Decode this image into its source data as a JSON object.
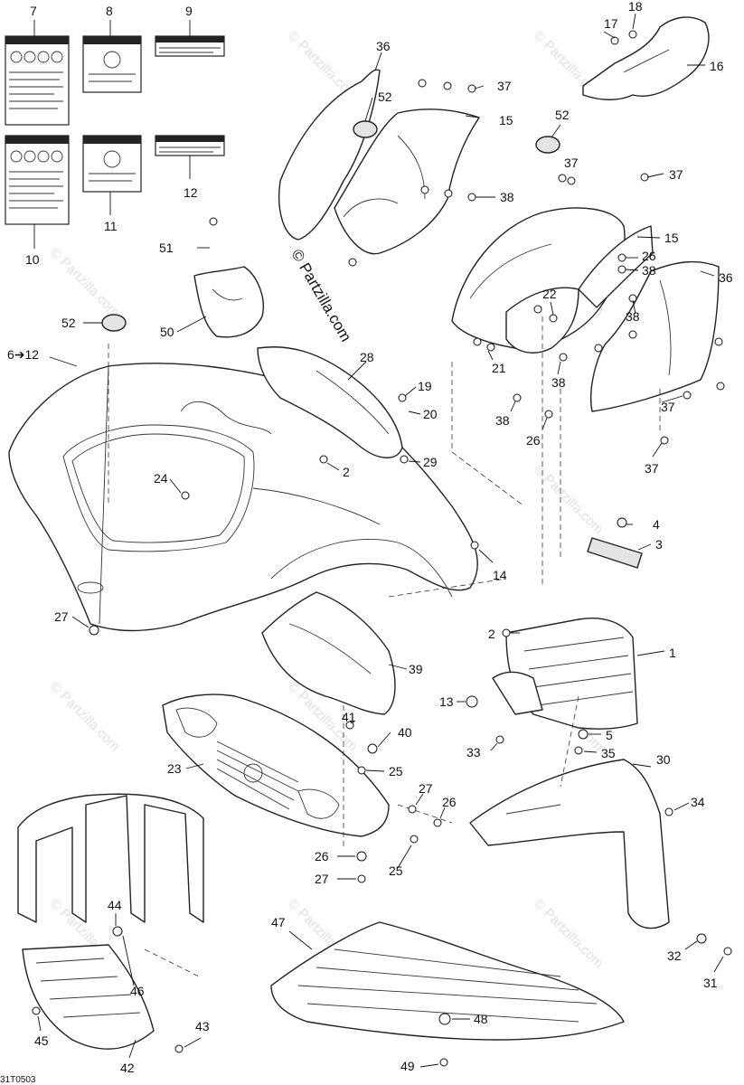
{
  "diagram": {
    "watermark_text": "© Partzilla.com",
    "brand_text": "© Partzilla.com",
    "drawing_code": "31T0503",
    "callouts": {
      "c1": "1",
      "c2a": "2",
      "c2b": "2",
      "c3": "3",
      "c4": "4",
      "c5": "5",
      "c6": "6➔12",
      "c7": "7",
      "c8": "8",
      "c9": "9",
      "c10": "10",
      "c11": "11",
      "c12": "12",
      "c13": "13",
      "c14": "14",
      "c15a": "15",
      "c15b": "15",
      "c16": "16",
      "c17": "17",
      "c18": "18",
      "c19": "19",
      "c20": "20",
      "c21": "21",
      "c22": "22",
      "c23": "23",
      "c24": "24",
      "c25a": "25",
      "c25b": "25",
      "c26a": "26",
      "c26b": "26",
      "c26c": "26",
      "c26d": "26",
      "c27a": "27",
      "c27b": "27",
      "c27c": "27",
      "c28": "28",
      "c29": "29",
      "c30": "30",
      "c31": "31",
      "c32": "32",
      "c33": "33",
      "c34": "34",
      "c35": "35",
      "c36a": "36",
      "c36b": "36",
      "c37a": "37",
      "c37b": "37",
      "c37c": "37",
      "c37d": "37",
      "c37e": "37",
      "c38a": "38",
      "c38b": "38",
      "c38c": "38",
      "c38d": "38",
      "c38e": "38",
      "c39": "39",
      "c40": "40",
      "c41": "41",
      "c42": "42",
      "c43": "43",
      "c44": "44",
      "c45": "45",
      "c46": "46",
      "c47": "47",
      "c48": "48",
      "c49": "49",
      "c50": "50",
      "c51": "51",
      "c52a": "52",
      "c52b": "52",
      "c52c": "52"
    }
  }
}
